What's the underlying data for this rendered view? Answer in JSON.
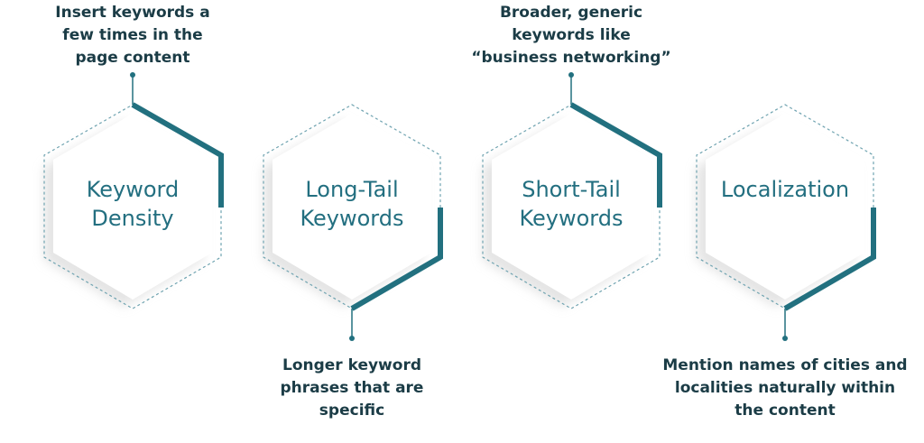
{
  "accent_color": "#22707f",
  "items": [
    {
      "title_line1": "Keyword",
      "title_line2": "Density",
      "caption": [
        "Insert keywords a",
        "few times in the",
        "page content"
      ],
      "caption_position": "top"
    },
    {
      "title_line1": "Long-Tail",
      "title_line2": "Keywords",
      "caption": [
        "Longer keyword",
        "phrases that are",
        "specific"
      ],
      "caption_position": "bottom"
    },
    {
      "title_line1": "Short-Tail",
      "title_line2": "Keywords",
      "caption": [
        "Broader, generic",
        "keywords like",
        "“business networking”"
      ],
      "caption_position": "top"
    },
    {
      "title_line1": "Localization",
      "title_line2": "",
      "caption": [
        "Mention names of cities and",
        "localities naturally within",
        "the content"
      ],
      "caption_position": "bottom"
    }
  ]
}
